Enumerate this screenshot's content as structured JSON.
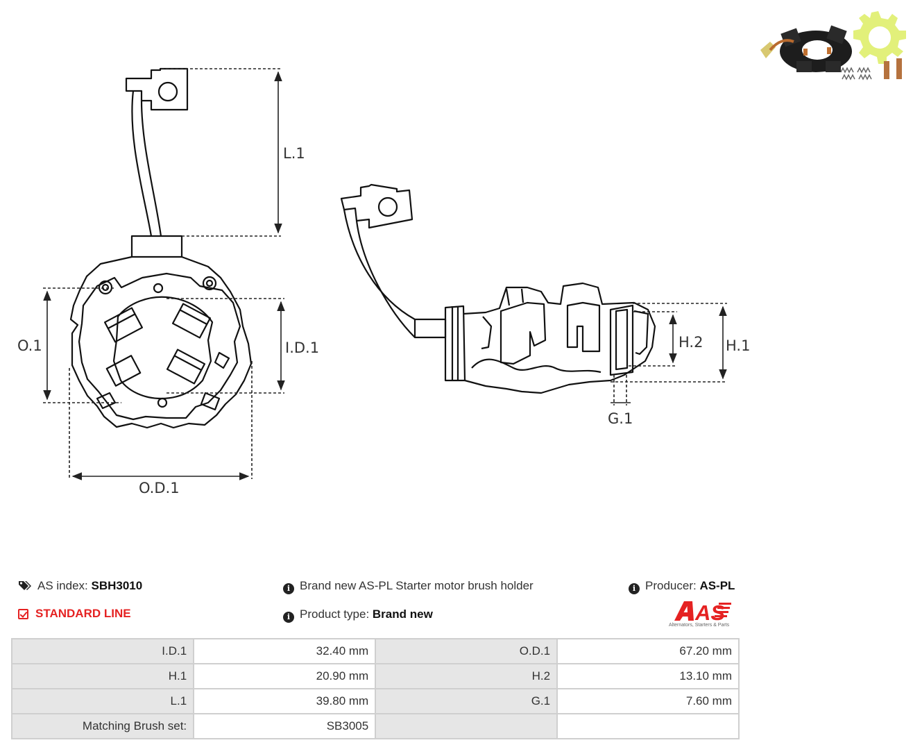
{
  "diagram": {
    "labels": {
      "l1": "L.1",
      "o1": "O.1",
      "id1": "I.D.1",
      "od1": "O.D.1",
      "h2": "H.2",
      "h1": "H.1",
      "g1": "G.1"
    }
  },
  "info": {
    "as_index_label": "AS index:",
    "as_index_value": "SBH3010",
    "standard_line": "STANDARD LINE",
    "description": "Brand new AS-PL Starter motor brush holder",
    "product_type_label": "Product type:",
    "product_type_value": "Brand new",
    "producer_label": "Producer:",
    "producer_value": "AS-PL"
  },
  "logo": {
    "text": "AS",
    "tagline": "Alternators, Starters & Parts",
    "color": "#e52222"
  },
  "specs": [
    {
      "label1": "I.D.1",
      "value1": "32.40 mm",
      "label2": "O.D.1",
      "value2": "67.20 mm"
    },
    {
      "label1": "H.1",
      "value1": "20.90 mm",
      "label2": "H.2",
      "value2": "13.10 mm"
    },
    {
      "label1": "L.1",
      "value1": "39.80 mm",
      "label2": "G.1",
      "value2": "7.60 mm"
    },
    {
      "label1": "Matching Brush set:",
      "value1": "SB3005",
      "label2": "",
      "value2": ""
    }
  ],
  "colors": {
    "accent": "#e52222",
    "table_label_bg": "#e6e6e6",
    "table_border": "#cfcfcf",
    "gear": "#e2f07a"
  },
  "icons": [
    "tags-icon",
    "check-square-icon",
    "info-icon"
  ]
}
